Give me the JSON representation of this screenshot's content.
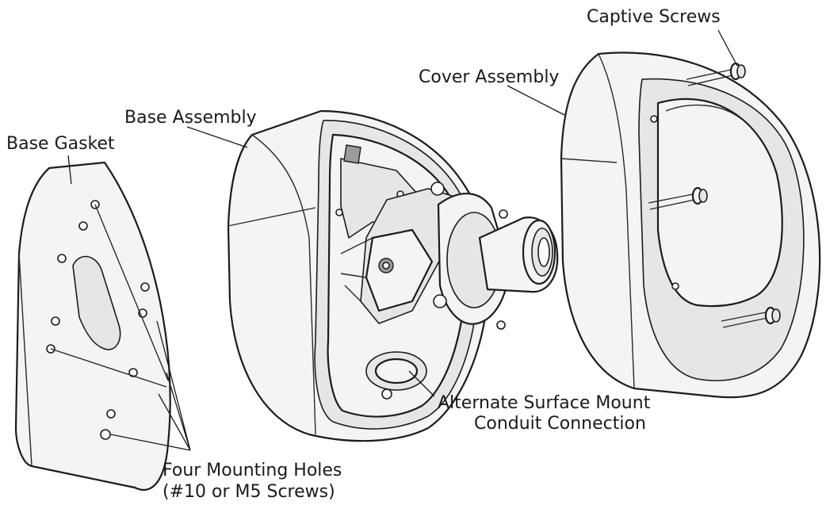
{
  "diagram": {
    "labels": {
      "captive_screws": "Captive Screws",
      "cover_assembly": "Cover Assembly",
      "base_assembly": "Base Assembly",
      "base_gasket": "Base Gasket",
      "conduit_line1": "Alternate Surface Mount",
      "conduit_line2": "Conduit Connection",
      "holes_line1": "Four Mounting Holes",
      "holes_line2": "(#10 or M5 Screws)"
    }
  }
}
